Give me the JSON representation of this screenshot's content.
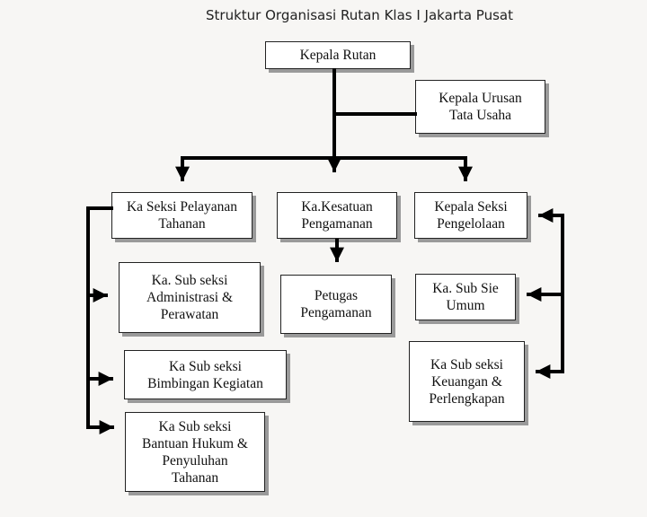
{
  "title": "Struktur Organisasi Rutan Klas I Jakarta Pusat",
  "boxes": {
    "kepala_rutan": "Kepala Rutan",
    "kepala_urusan": "Kepala Urusan\nTata Usaha",
    "seksi_pelayanan": "Ka Seksi Pelayanan\nTahanan",
    "kesatuan_pengamanan": "Ka.Kesatuan\nPengamanan",
    "seksi_pengelolaan": "Kepala Seksi\nPengelolaan",
    "sub_administrasi": "Ka. Sub seksi\nAdministrasi &\nPerawatan",
    "petugas_pengamanan": "Petugas\nPengamanan",
    "sub_umum": "Ka. Sub Sie\nUmum",
    "sub_bimbingan": "Ka Sub seksi\nBimbingan Kegiatan",
    "sub_keuangan": "Ka Sub seksi\nKeuangan &\nPerlengkapan",
    "sub_bantuan": "Ka Sub seksi\nBantuan Hukum &\nPenyuluhan\nTahanan"
  },
  "colors": {
    "line": "#000000",
    "box_border": "#222222",
    "shadow": "#9a9a9a"
  }
}
